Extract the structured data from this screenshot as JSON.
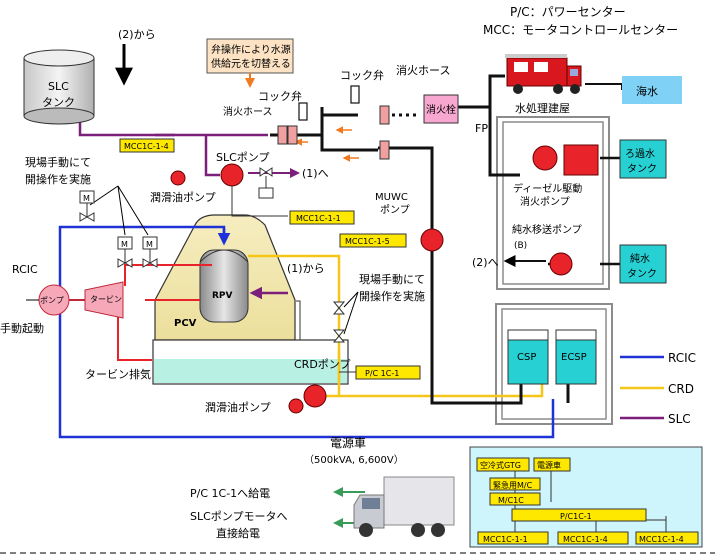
{
  "header": {
    "pc_def": "P/C：パワーセンター",
    "mcc_def": "MCC：モータコントロールセンター"
  },
  "labels": {
    "from2": "(2)から",
    "slc_tank_1": "SLC",
    "slc_tank_2": "タンク",
    "valve_note_1": "弁操作により水源",
    "valve_note_2": "供給元を切替える",
    "cock_valve": "コック弁",
    "cock_valve2": "コック弁",
    "fire_hose_top": "消火ホース",
    "fire_hose_left": "消火ホース",
    "hydrant": "消火栓",
    "seawater": "海水",
    "water_bldg": "水処理建屋",
    "fp": "FP",
    "filtered_1": "ろ過水",
    "filtered_2": "タンク",
    "pure_1": "純水",
    "pure_2": "タンク",
    "diesel_1": "ディーゼル駆動",
    "diesel_2": "消火ポンプ",
    "pure_pump": "純水移送ポンプ",
    "pure_pump_b": "(B)",
    "to2": "(2)へ",
    "manual_left_1": "現場手動にて",
    "manual_left_2": "開操作を実施",
    "slc_pump": "SLCポンプ",
    "to1": "(1)へ",
    "lube_pump": "潤滑油ポンプ",
    "lube_pump2": "潤滑油ポンプ",
    "muwc_1": "MUWC",
    "muwc_2": "ポンプ",
    "rcic": "RCIC",
    "pump": "ポンプ",
    "turbine": "タービン",
    "manual_start": "手動起動",
    "rpv": "RPV",
    "pcv": "PCV",
    "from1": "(1)から",
    "manual_right_1": "現場手動にて",
    "manual_right_2": "開操作を実施",
    "turbine_exhaust": "タービン排気",
    "crd_pump": "CRDポンプ",
    "csp": "CSP",
    "ecsp": "ECSP",
    "m": "M",
    "power_truck": "電源車",
    "power_truck_spec": "（500kVA, 6,600V）",
    "pc_feed": "P/C 1C-1へ給電",
    "slc_motor_1": "SLCポンプモータへ",
    "slc_motor_2": "直接給電"
  },
  "mcc_tags": {
    "mcc_1_4": "MCC1C-1-4",
    "mcc_1_1": "MCC1C-1-1",
    "mcc_1_5": "MCC1C-1-5",
    "pc_1c_1": "P/C 1C-1"
  },
  "legend": {
    "rcic": "RCIC",
    "crd": "CRD",
    "slc": "SLC",
    "colors": {
      "rcic": "#1e32d6",
      "crd": "#f5c518",
      "slc": "#7b1f7b"
    }
  },
  "power_box": {
    "gtg": "空冷式GTG",
    "truck": "電源車",
    "emergency_mc": "緊急用M/C",
    "mc": "M/C1C",
    "pc": "P/C1C-1",
    "mcc_a": "MCC1C-1-1",
    "mcc_b": "MCC1C-1-4",
    "mcc_c": "MCC1C-1-4"
  }
}
